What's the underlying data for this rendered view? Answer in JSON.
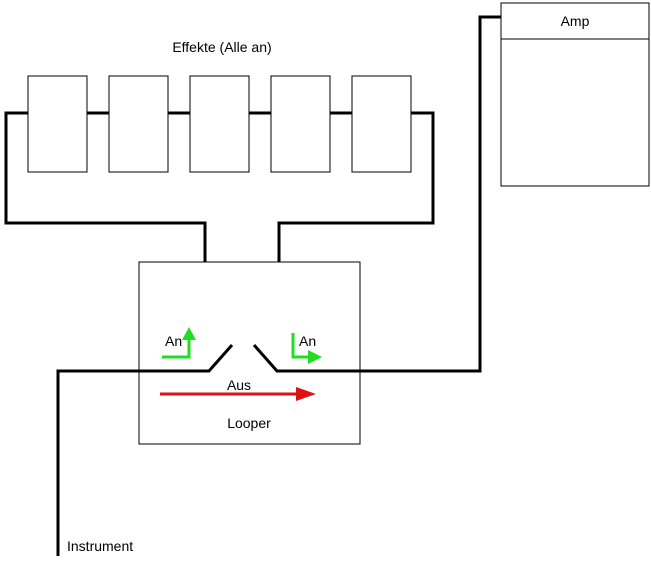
{
  "labels": {
    "effects_title": "Effekte (Alle an)",
    "amp": "Amp",
    "looper": "Looper",
    "instrument": "Instrument",
    "on_left": "An",
    "on_right": "An",
    "off": "Aus"
  },
  "effects_count": 5,
  "colors": {
    "line": "#000000",
    "on_arrow": "#22dd22",
    "off_arrow": "#dd1111",
    "background": "#ffffff"
  }
}
